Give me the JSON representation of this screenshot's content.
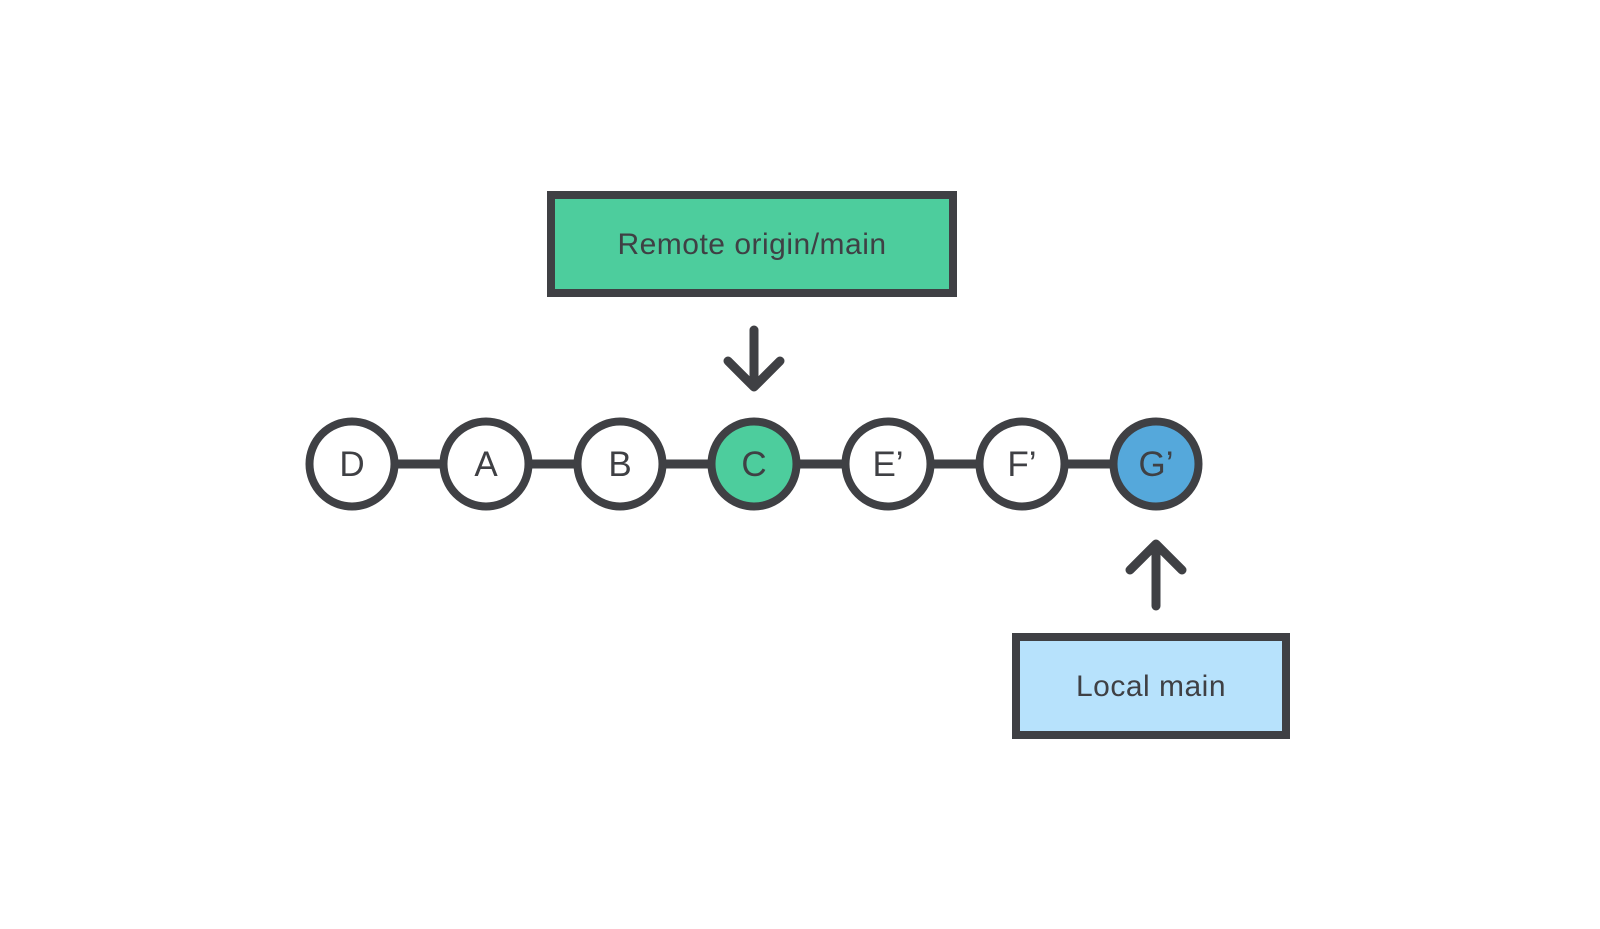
{
  "remote_branch_label": "Remote origin/main",
  "local_branch_label": "Local main",
  "commits": [
    {
      "id": "D",
      "label": "D",
      "fill": "#FFFFFF"
    },
    {
      "id": "A",
      "label": "A",
      "fill": "#FFFFFF"
    },
    {
      "id": "B",
      "label": "B",
      "fill": "#FFFFFF"
    },
    {
      "id": "C",
      "label": "C",
      "fill": "#4DCD9D"
    },
    {
      "id": "E-prime",
      "label": "E’",
      "fill": "#FFFFFF"
    },
    {
      "id": "F-prime",
      "label": "F’",
      "fill": "#FFFFFF"
    },
    {
      "id": "G-prime",
      "label": "G’",
      "fill": "#55A8DB"
    }
  ],
  "colors": {
    "background": "#FFFFFF",
    "outline": "#3F4044",
    "text": "#3F4044",
    "remote_box_fill": "#4DCD9D",
    "local_box_fill": "#B7E2FC",
    "remote_commit_fill": "#4DCD9D",
    "local_commit_fill": "#55A8DB"
  }
}
